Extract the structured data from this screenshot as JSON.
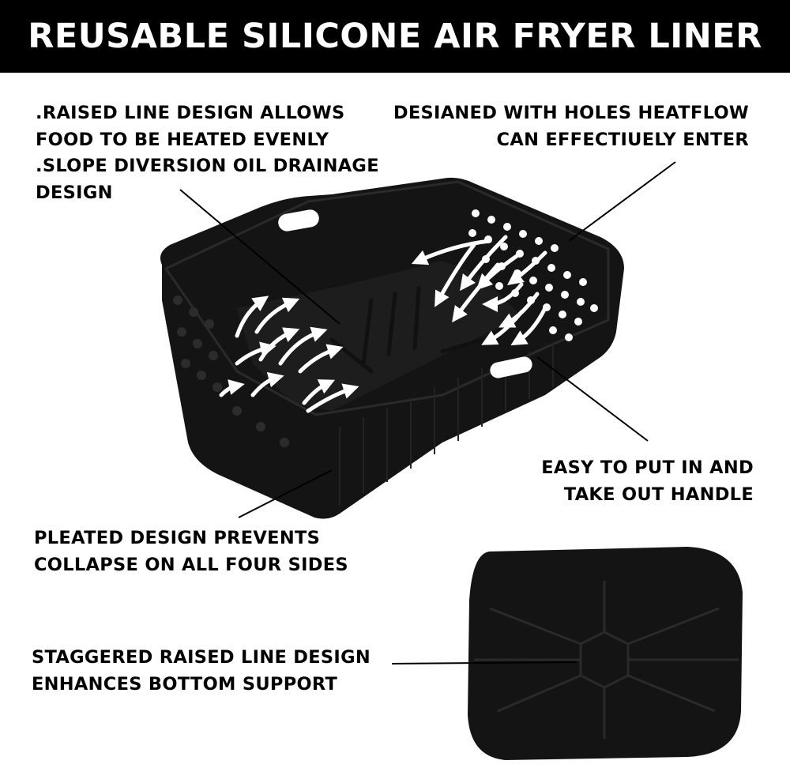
{
  "banner": {
    "title": "REUSABLE SILICONE AIR FRYER LINER",
    "background": "#000000",
    "text_color": "#ffffff"
  },
  "callouts": {
    "raised_line": [
      ".RAISED LINE DESIGN ALLOWS",
      "FOOD TO BE HEATED EVENLY",
      ".SLOPE DIVERSION OIL DRAINAGE",
      "DESIGN"
    ],
    "holes": [
      "DESIANED WITH HOLES HEATFLOW",
      "CAN EFFECTIUELY ENTER"
    ],
    "handle": [
      "EASY TO PUT IN AND",
      "TAKE OUT HANDLE"
    ],
    "pleated": [
      "PLEATED DESIGN PREVENTS",
      "COLLAPSE ON ALL FOUR SIDES"
    ],
    "staggered": [
      "STAGGERED RAISED LINE DESIGN",
      "ENHANCES BOTTOM SUPPORT"
    ]
  },
  "product": {
    "liner_color": "#141414",
    "arrow_color": "#ffffff"
  }
}
